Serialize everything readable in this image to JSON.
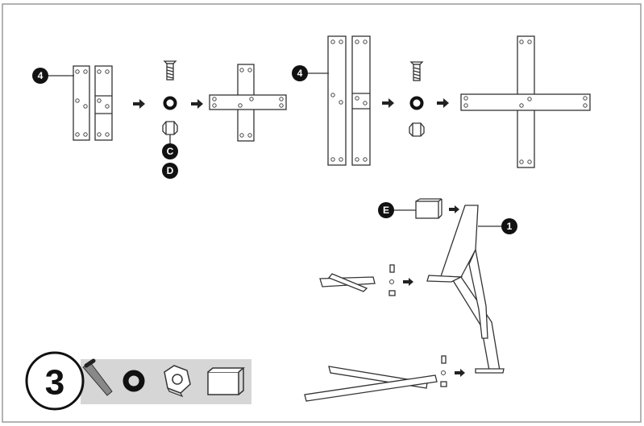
{
  "labels": {
    "part_4": "4",
    "part_c": "C",
    "part_d": "D",
    "part_e": "E",
    "part_1": "1",
    "step_number": "3"
  },
  "hardware_icons": [
    "bolt-icon",
    "washer-icon",
    "nut-icon",
    "end-cap-icon"
  ],
  "colors": {
    "line": "#333333",
    "badge": "#111111",
    "icon_panel": "#d6d6d6",
    "frame": "#9a9a9a"
  }
}
